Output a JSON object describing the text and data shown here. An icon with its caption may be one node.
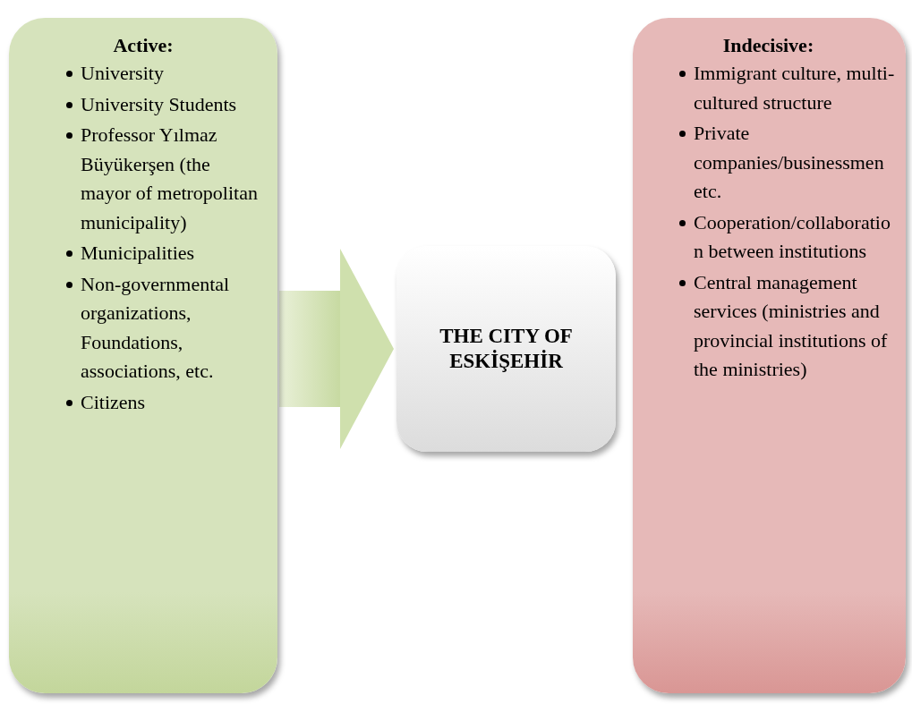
{
  "diagram": {
    "nodes": [
      {
        "text": [
          "Active:",
          "University",
          "University Students",
          "Professor Yılmaz Büyükerşen (the mayor of metropolitan municipality)",
          "Municipalities",
          "Non-governmental organizations, Foundations, associations, etc.",
          "Citizens"
        ]
      },
      {
        "text": [
          "THE CITY OF ESKİŞEHİR"
        ]
      },
      {
        "text": [
          "Indecisive:",
          "Immigrant culture, multi-cultured structure",
          "Private companies/businessmen etc.",
          "Cooperation/collaboration between institutions",
          "Central management services (ministries and provincial institutions of the ministries)"
        ]
      }
    ],
    "edges": [
      {
        "from": 0,
        "to": 1,
        "arrow": "to"
      }
    ]
  }
}
